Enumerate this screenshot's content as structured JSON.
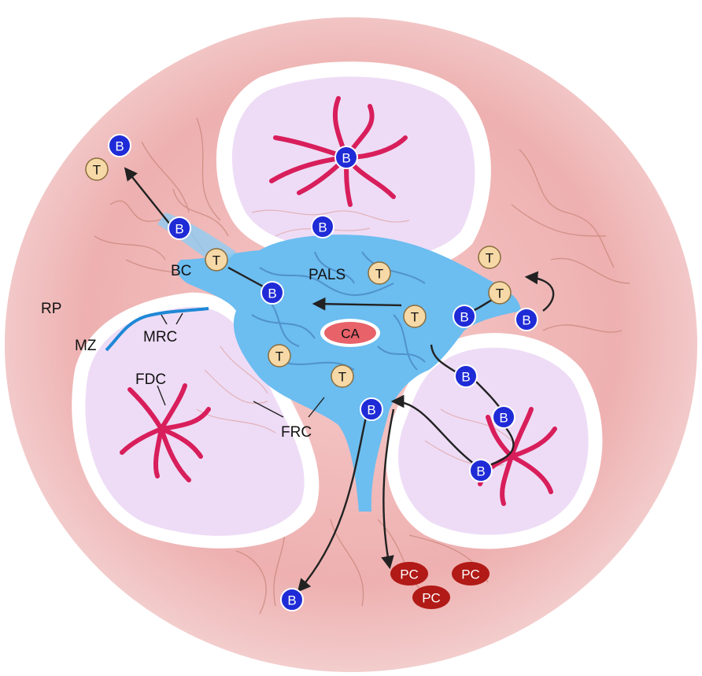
{
  "labels": {
    "rp": "RP",
    "mz": "MZ",
    "mrc": "MRC",
    "bc": "BC",
    "pals": "PALS",
    "ca": "CA",
    "fdc": "FDC",
    "frc": "FRC"
  },
  "cells": {
    "b": "B",
    "t": "T",
    "pc": "PC"
  },
  "colors": {
    "red_pulp": "#efb0b0",
    "follicle": "#eedcf6",
    "t_zone": "#6cbdf0",
    "b_cell": "#1f2bd6",
    "t_cell": "#f6d9a6",
    "plasma_cell": "#b11a16",
    "fdc": "#d81e5b",
    "central_artery": "#e8626a",
    "marginal_zone_line": "#1e88d6"
  }
}
